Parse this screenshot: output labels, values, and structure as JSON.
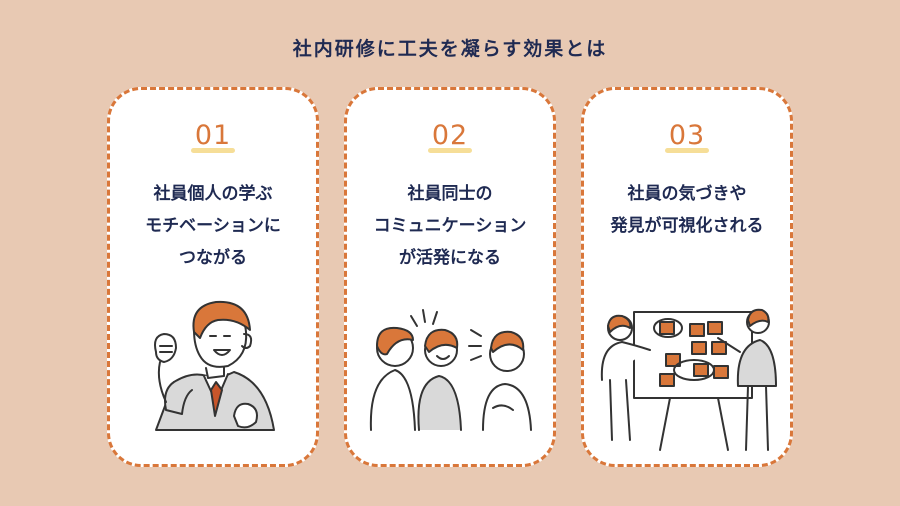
{
  "title": "社内研修に工夫を凝らす効果とは",
  "cards": [
    {
      "number": "01",
      "lines": [
        "社員個人の学ぶ",
        "モチベーションに",
        "つながる"
      ],
      "illustration": "motivated-man-icon"
    },
    {
      "number": "02",
      "lines": [
        "社員同士の",
        "コミュニケーション",
        "が活発になる"
      ],
      "illustration": "team-talking-icon"
    },
    {
      "number": "03",
      "lines": [
        "社員の気づきや",
        "発見が可視化される"
      ],
      "illustration": "whiteboard-discussion-icon"
    }
  ],
  "colors": {
    "background": "#e8c9b3",
    "accent": "#d9773a",
    "text": "#1f2a52",
    "number_highlight": "#f6de98"
  }
}
